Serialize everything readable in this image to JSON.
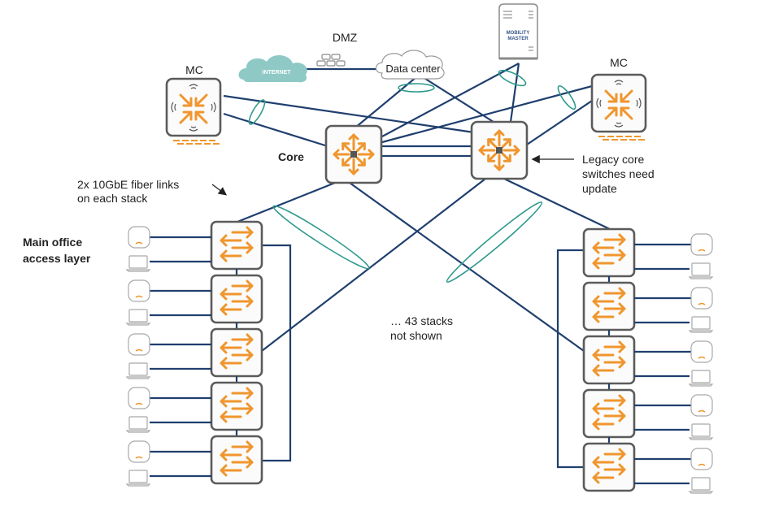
{
  "title": "Campus network topology",
  "labels": {
    "dmz": "DMZ",
    "internet": "INTERNET",
    "data_center": "Data center",
    "mobility_master_line1": "MOBILITY",
    "mobility_master_line2": "MASTER",
    "mc_left": "MC",
    "mc_right": "MC",
    "core": "Core",
    "legacy_line1": "Legacy core",
    "legacy_line2": "switches need",
    "legacy_line3": "update",
    "fiber_line1": "2x 10GbE fiber links",
    "fiber_line2": "on each stack",
    "access_line1": "Main office",
    "access_line2": "access layer",
    "stacks_line1": "… 43 stacks",
    "stacks_line2": "not shown"
  },
  "nodes": {
    "internet_cloud": "internet",
    "dmz_firewall": "firewall",
    "data_center_cloud": "data-center",
    "mobility_master": "mobility-master",
    "mobility_controllers": 2,
    "core_switches": 2,
    "left_stack_switches": 5,
    "right_stack_switches": 5,
    "devices_per_switch": [
      "access-point",
      "laptop"
    ]
  },
  "colors": {
    "link": "#1f3f6e",
    "lag_ellipse": "#2e9a8c",
    "device_accent": "#f0962e",
    "device_border": "#5b5b5b",
    "cloud": "#8ec9c6"
  }
}
